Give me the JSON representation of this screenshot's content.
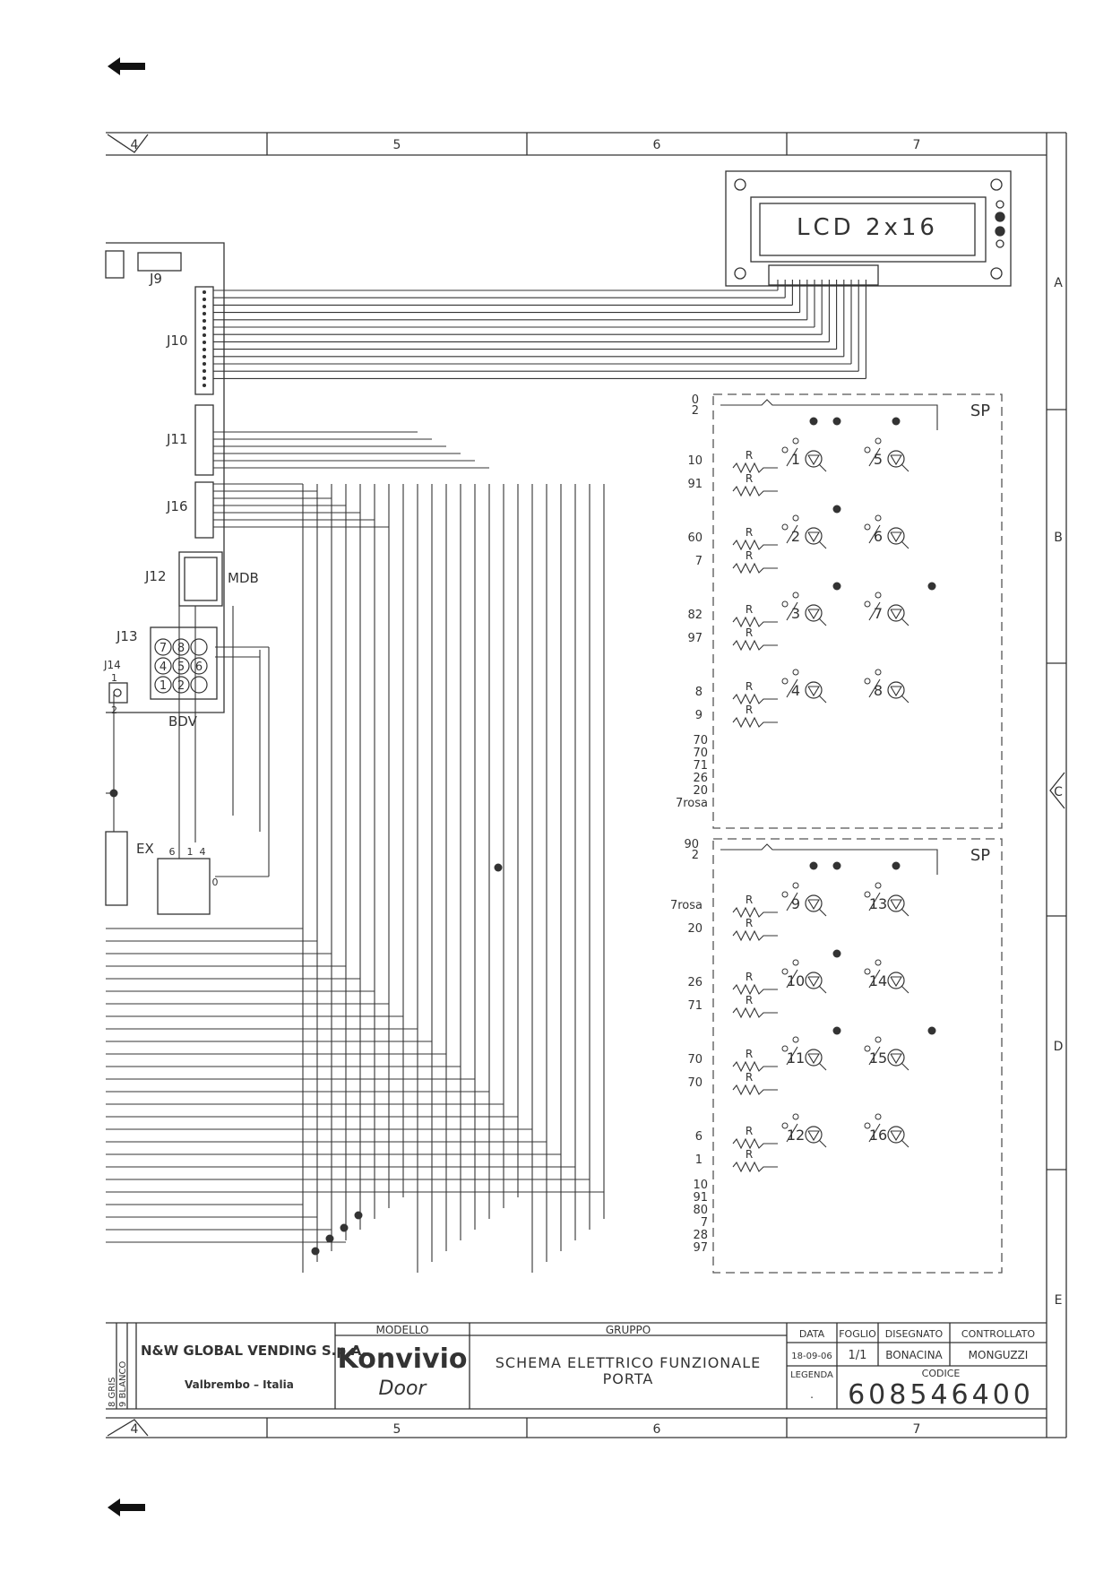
{
  "nav": {
    "arrow_glyph": "⬅"
  },
  "grid": {
    "columns": [
      "4",
      "5",
      "6",
      "7"
    ],
    "rows": [
      "A",
      "B",
      "C",
      "D",
      "E"
    ]
  },
  "lcd": {
    "label": "LCD  2x16"
  },
  "connectors": {
    "j9": "J9",
    "j10": "J10",
    "j11": "J11",
    "j16": "J16",
    "j12": "J12",
    "mdb": "MDB",
    "j13": "J13",
    "j14": "J14",
    "bdv": "BDV",
    "ex": "EX",
    "j13_pins": [
      "7",
      "8",
      "",
      "4",
      "5",
      "6",
      "1",
      "2",
      ""
    ],
    "ex_pins": [
      "6",
      "1",
      "4"
    ],
    "ex_zero": "0",
    "j14_pins": [
      "1",
      "2"
    ]
  },
  "panels": [
    {
      "tag": "SP",
      "header_wires": [
        "0",
        "2"
      ],
      "pairs": [
        [
          "10",
          "91"
        ],
        [
          "60",
          "7"
        ],
        [
          "82",
          "97"
        ],
        [
          "8",
          "9"
        ]
      ],
      "buttons_left": [
        "1",
        "2",
        "3",
        "4"
      ],
      "buttons_right": [
        "5",
        "6",
        "7",
        "8"
      ],
      "bottom_wires": [
        "70",
        "70",
        "71",
        "26",
        "20",
        "7rosa"
      ]
    },
    {
      "tag": "SP",
      "header_wires": [
        "90",
        "2"
      ],
      "pairs": [
        [
          "7rosa",
          "20"
        ],
        [
          "26",
          "71"
        ],
        [
          "70",
          "70"
        ],
        [
          "6",
          "1"
        ]
      ],
      "buttons_left": [
        "9",
        "10",
        "11",
        "12"
      ],
      "buttons_right": [
        "13",
        "14",
        "15",
        "16"
      ],
      "bottom_wires": [
        "10",
        "91",
        "80",
        "7",
        "28",
        "97"
      ]
    }
  ],
  "resistor_label": "R",
  "title_block": {
    "side_legend": [
      "8 GRIS",
      "9 BLANCO"
    ],
    "company": "N&W GLOBAL VENDING S.p.A.",
    "location": "Valbrembo – Italia",
    "modello_label": "MODELLO",
    "model_name": "Konvivio",
    "model_sub": "Door",
    "gruppo_label": "GRUPPO",
    "gruppo_line1": "SCHEMA ELETTRICO FUNZIONALE",
    "gruppo_line2": "PORTA",
    "data_label": "DATA",
    "data_value": "18-09-06",
    "foglio_label": "FOGLIO",
    "foglio_value": "1/1",
    "disegnato_label": "DISEGNATO",
    "disegnato_value": "BONACINA",
    "controllato_label": "CONTROLLATO",
    "controllato_value": "MONGUZZI",
    "legenda_label": "LEGENDA",
    "legenda_value": ".",
    "codice_label": "CODICE",
    "codice_value": "608546400"
  },
  "colors": {
    "line": "#333333",
    "dash": "#555555",
    "paper": "#ffffff"
  }
}
